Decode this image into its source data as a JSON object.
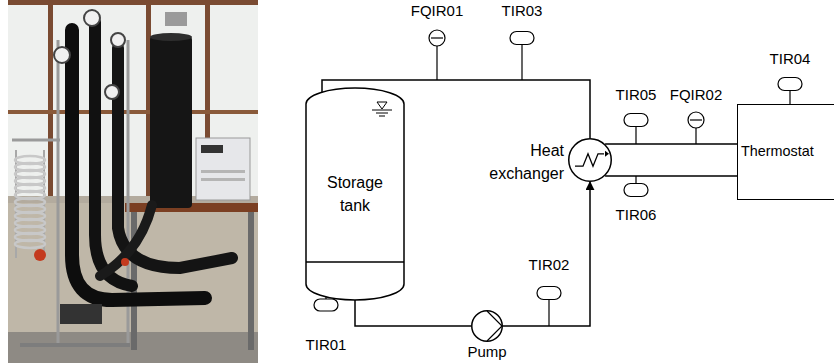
{
  "diagram": {
    "nodes": [
      {
        "text": [
          "Storage tank"
        ]
      },
      {
        "text": [
          "Heat exchanger"
        ]
      },
      {
        "text": [
          "Thermostat"
        ]
      },
      {
        "text": [
          "Pump"
        ]
      }
    ],
    "edges": [
      {
        "from": 0,
        "to": 3,
        "arrow": "none"
      },
      {
        "from": 3,
        "to": 1,
        "arrow": "to"
      },
      {
        "from": 1,
        "to": 0,
        "arrow": "none"
      },
      {
        "from": 1,
        "to": 2,
        "arrow": "none"
      }
    ],
    "labels": [
      "FQIR01",
      "TIR03",
      "TIR04",
      "TIR05",
      "FQIR02",
      "TIR06",
      "TIR02",
      "TIR01"
    ]
  }
}
